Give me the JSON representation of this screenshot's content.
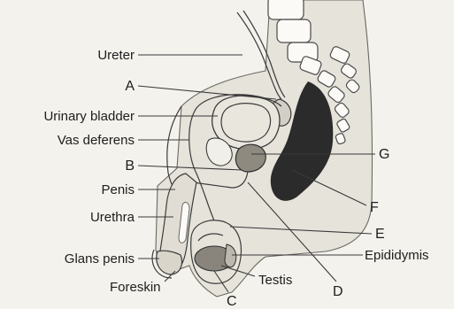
{
  "labels": {
    "ureter": "Ureter",
    "a": "A",
    "urinary_bladder": "Urinary bladder",
    "vas_deferens": "Vas deferens",
    "b": "B",
    "penis": "Penis",
    "urethra": "Urethra",
    "glans_penis": "Glans penis",
    "foreskin": "Foreskin",
    "c": "C",
    "testis": "Testis",
    "d": "D",
    "epididymis": "Epididymis",
    "e": "E",
    "f": "F",
    "g": "G"
  },
  "colors": {
    "background": "#f4f2ed",
    "tissue_light": "#e6e3db",
    "tissue_mid": "#d3cfc6",
    "vertebra": "#fbfaf6",
    "rectum_dark": "#2b2b2b",
    "testis_shade": "#8a857c"
  }
}
